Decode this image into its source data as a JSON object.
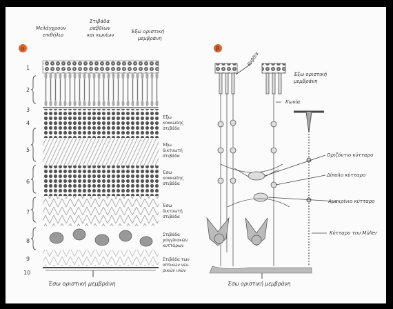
{
  "diagram": {
    "panel_a": {
      "marker": "α",
      "top_labels": [
        "Μελάγχρουν επιθήλιο",
        "Στιβάδα ραβδίων και κωνίων",
        "Έξω οριστική μεμβράνη"
      ],
      "layer_numbers": [
        "1",
        "2",
        "3",
        "4",
        "5",
        "6",
        "7",
        "8",
        "9",
        "10"
      ],
      "side_labels": [
        "Έξω κοκκώδης στιβάδα",
        "Έξω δικτυωτή στιβάδα",
        "Έσω κοκκώδης στιβάδα",
        "Έσω δικτυωτή στιβάδα",
        "Στιβάδα γαγγλιακών κυττάρων",
        "Στιβάδα των οπτικών νευρικών ινών"
      ],
      "bottom_label": "Έσω οριστική μεμβράνη"
    },
    "panel_b": {
      "marker": "β",
      "labels": [
        "Ραβδία",
        "Έξω οριστική μεμβράνη",
        "Κωνία",
        "Οριζόντιο κύτταρο",
        "Δίπολο κύτταρο",
        "Αμακρίνιο κύτταρο",
        "Κύτταρο του Müller"
      ],
      "bottom_label": "Έσω οριστική μεμβράνη"
    },
    "colors": {
      "ink": "#444444",
      "marker": "#e0622a",
      "paper": "#fbfbfb",
      "frame": "#000000"
    }
  }
}
